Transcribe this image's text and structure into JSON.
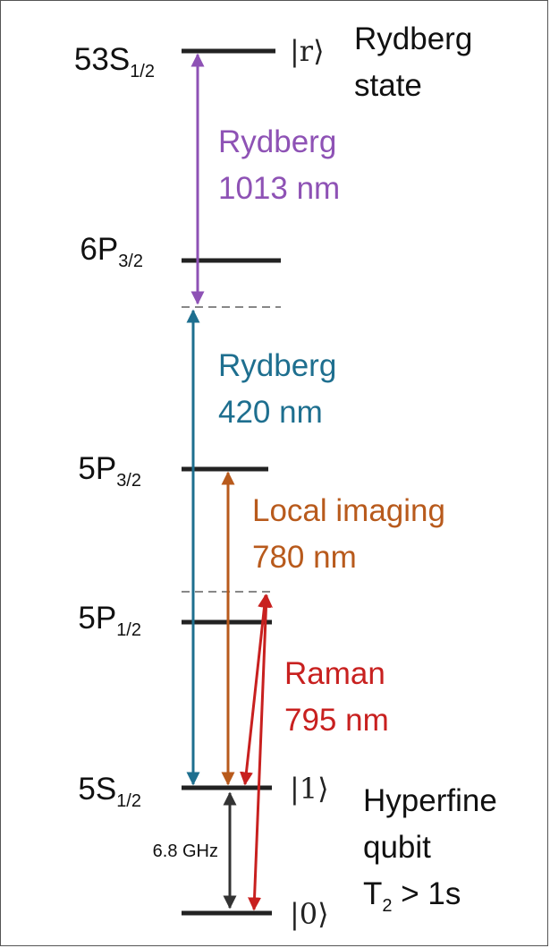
{
  "levels": [
    {
      "id": "53S",
      "main": "53S",
      "sub": "1/2"
    },
    {
      "id": "6P32",
      "main": "6P",
      "sub": "3/2"
    },
    {
      "id": "5P32",
      "main": "5P",
      "sub": "3/2"
    },
    {
      "id": "5P12",
      "main": "5P",
      "sub": "1/2"
    },
    {
      "id": "5S12",
      "main": "5S",
      "sub": "1/2"
    }
  ],
  "kets": {
    "r": "|r⟩",
    "one": "|1⟩",
    "zero": "|0⟩"
  },
  "notes": {
    "rydberg_state_line1": "Rydberg",
    "rydberg_state_line2": "state",
    "hyperfine_line1": "Hyperfine",
    "hyperfine_line2": "qubit",
    "t2_main": "T",
    "t2_sub": "2",
    "t2_rest": " > 1s",
    "splitting": "6.8 GHz"
  },
  "transitions": {
    "ryd1013_line1": "Rydberg",
    "ryd1013_line2": "1013 nm",
    "ryd420_line1": "Rydberg",
    "ryd420_line2": "420 nm",
    "imaging_line1": "Local imaging",
    "imaging_line2": "780 nm",
    "raman_line1": "Raman",
    "raman_line2": "795 nm"
  },
  "colors": {
    "rydberg_1013": "#8e52b5",
    "rydberg_420": "#1e6f8f",
    "imaging_780": "#b85a1c",
    "raman_795": "#c8201f",
    "level": "#222222",
    "dashed": "#888888",
    "splitting": "#333333"
  }
}
